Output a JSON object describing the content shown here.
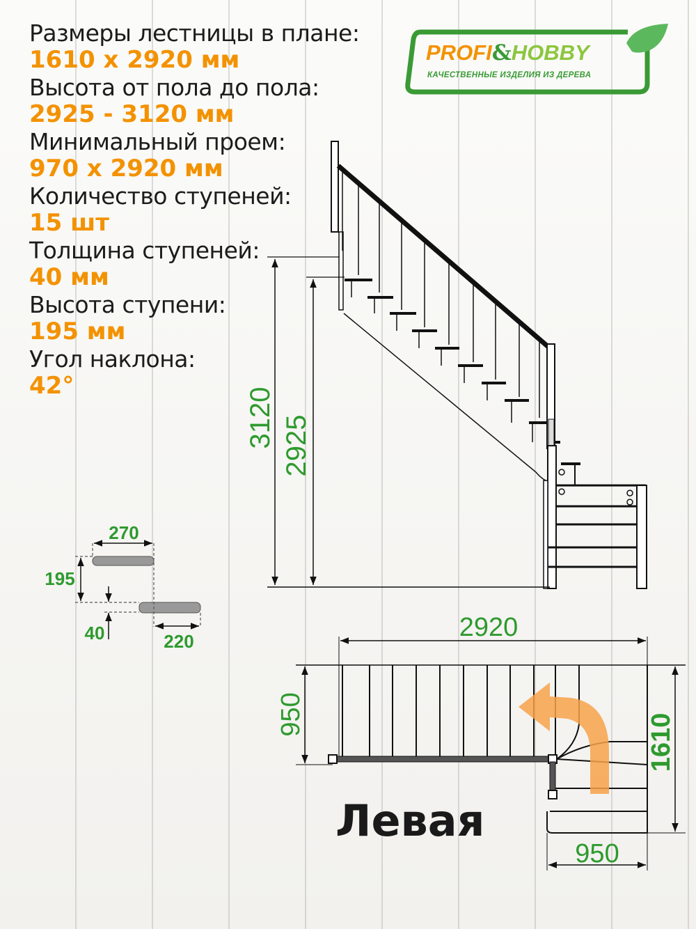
{
  "specs": [
    {
      "label": "Размеры лестницы в плане:",
      "value": "1610 x 2920 мм"
    },
    {
      "label": "Высота от пола до пола:",
      "value": "2925 - 3120 мм"
    },
    {
      "label": "Минимальный проем:",
      "value": "970 x 2920 мм"
    },
    {
      "label": "Количество ступеней:",
      "value": "15 шт"
    },
    {
      "label": "Толщина ступеней:",
      "value": "40 мм"
    },
    {
      "label": "Высота ступени:",
      "value": "195 мм"
    },
    {
      "label": "Угол наклона:",
      "value": "42°"
    }
  ],
  "logo": {
    "part1": "PROFI",
    "amp": "&",
    "part2": "HOBBY",
    "tagline": "КАЧЕСТВЕННЫЕ ИЗДЕЛИЯ ИЗ ДЕРЕВА"
  },
  "colors": {
    "accent_orange": "#f39200",
    "dimension_green": "#2e9a2e",
    "logo_green": "#3a9a35",
    "logo_lime": "#8cc63f",
    "arrow_orange": "#f7a24a"
  },
  "side_view": {
    "height_max": "3120",
    "height_min": "2925"
  },
  "step_detail": {
    "going": "270",
    "rise": "195",
    "thickness": "40",
    "tread_depth": "220"
  },
  "plan_view": {
    "length": "2920",
    "width_upper": "950",
    "total_width": "1610",
    "width_lower": "950",
    "variant": "Левая"
  }
}
